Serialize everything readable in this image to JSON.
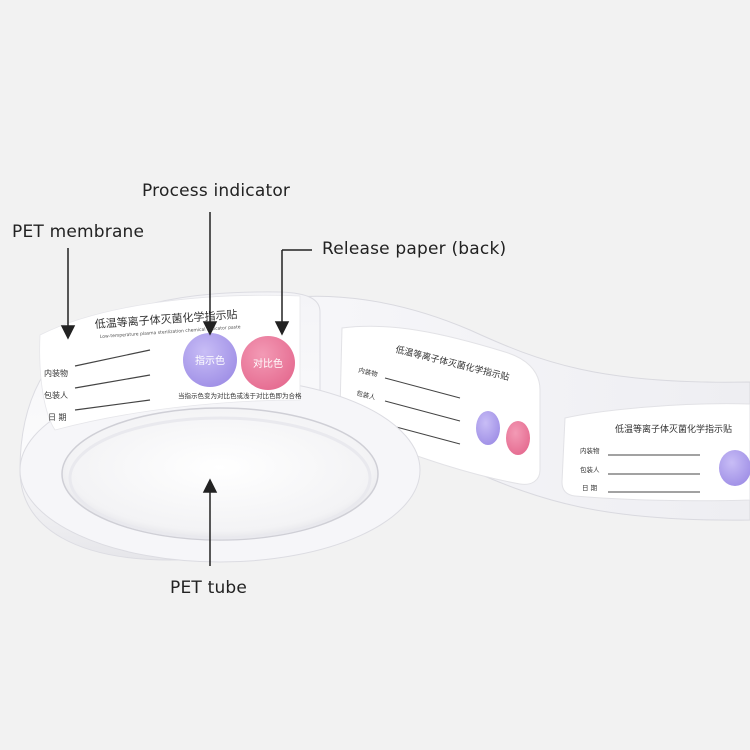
{
  "callouts": {
    "process_indicator": "Process indicator",
    "pet_membrane": "PET membrane",
    "release_paper": "Release paper (back)",
    "pet_tube": "PET tube"
  },
  "label": {
    "title_cn": "低温等离子体灭菌化学指示贴",
    "title_en": "Low-temperature plasma sterilization chemical indicator paste",
    "field_contents": "内装物",
    "field_packer": "包装人",
    "field_date": "日 期",
    "indicator_color": "指示色",
    "contrast_color": "对比色",
    "note": "当指示色变为对比色或浅于对比色即为合格"
  },
  "colors": {
    "indicator": "#b3a6ec",
    "contrast": "#ec7fa0",
    "background": "#f2f2f2"
  }
}
